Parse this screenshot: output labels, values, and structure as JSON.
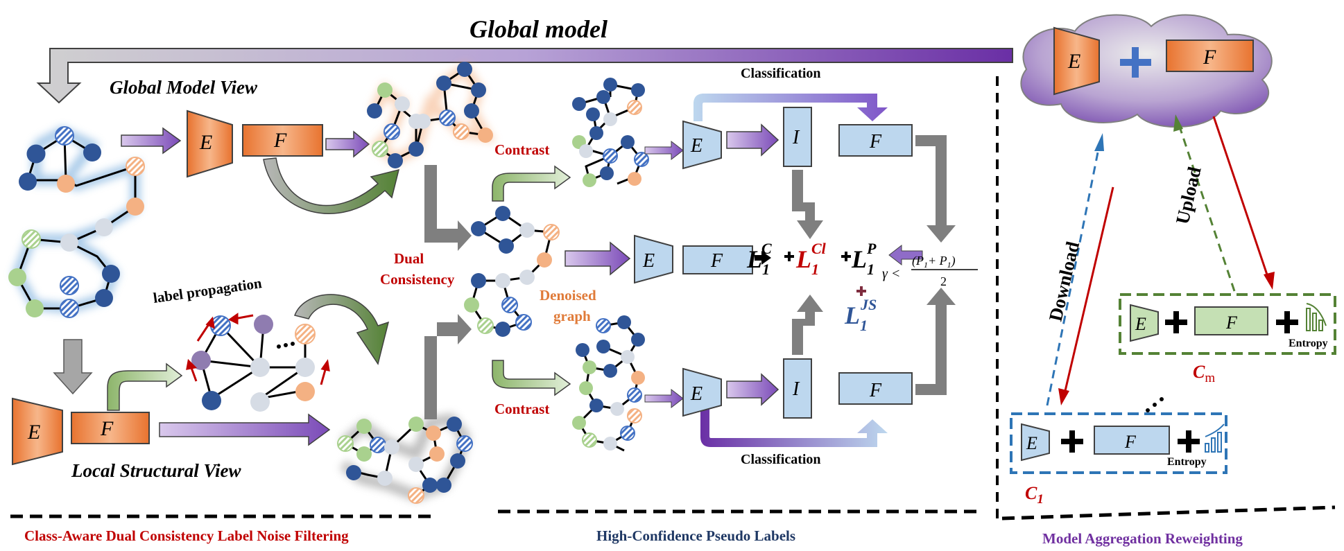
{
  "title": "Global model",
  "views": {
    "global": "Global Model View",
    "local": "Local Structural View"
  },
  "module_letters": {
    "encoder": "E",
    "classifier": "F",
    "inference": "I"
  },
  "labels": {
    "label_propagation": "label propagation",
    "dual_consistency": [
      "Dual",
      "Consistency"
    ],
    "denoised_graph": [
      "Denoised",
      "graph"
    ],
    "contrast": "Contrast",
    "classification": "Classification",
    "download": "Download",
    "upload": "Upload",
    "entropy": "Entropy",
    "client_m": "m",
    "client_1": "1"
  },
  "formula": {
    "loss_base": "L",
    "subscript": "1",
    "sup_c": "C",
    "sup_cl": "Cl",
    "sup_p": "P",
    "sup_js": "JS",
    "gamma": "γ <",
    "numerator": "(P",
    "numerator_mid": "+ P",
    "numerator_end": ")",
    "denominator": "2"
  },
  "sections": {
    "left": "Class-Aware Dual Consistency Label Noise Filtering",
    "middle": "High-Confidence Pseudo Labels",
    "right": "Model Aggregation Reweighting"
  },
  "colors": {
    "orange": "#F2A06B",
    "blue_box": "#BDD7EE",
    "green_box": "#C5E0B4",
    "purple": "#7030A0",
    "red": "#C00000",
    "navy": "#1F3864",
    "green_dash": "#548235",
    "blue_dash": "#2E75B6"
  }
}
